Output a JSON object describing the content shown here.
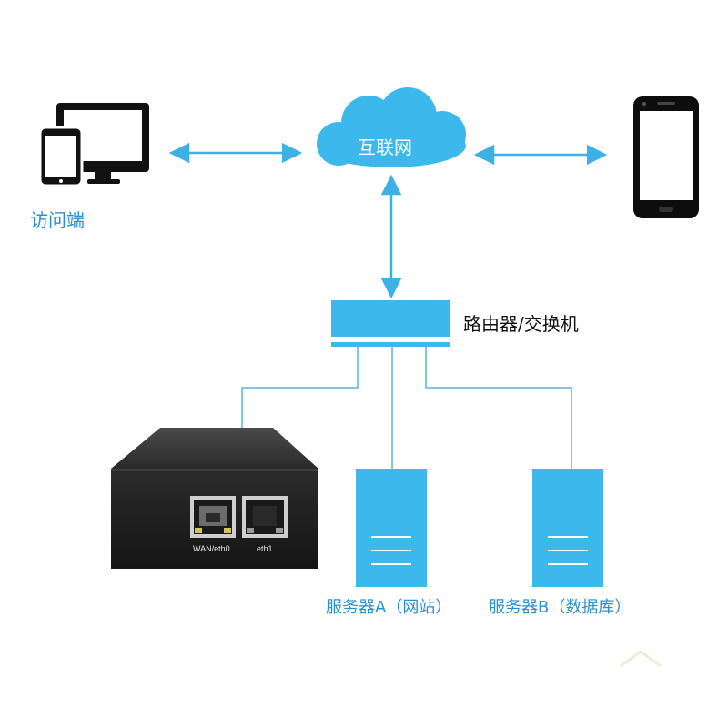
{
  "labels": {
    "cloud": "互联网",
    "access": "访问端",
    "router": "路由器/交换机",
    "server_a": "服务器A（网站）",
    "server_b": "服务器B（数据库）",
    "port_wan": "WAN/eth0",
    "port_eth1": "eth1"
  },
  "colors": {
    "accent": "#3db8ec",
    "line": "#4aa8dc",
    "label": "#2a8fd0",
    "device_black": "#111111"
  },
  "icons": {
    "monitor": "desktop-monitor-icon",
    "tablet": "tablet-icon",
    "phone": "smartphone-icon",
    "cloud": "cloud-icon",
    "router": "router-switch-icon",
    "gateway": "gateway-box-icon",
    "server": "server-tower-icon"
  }
}
